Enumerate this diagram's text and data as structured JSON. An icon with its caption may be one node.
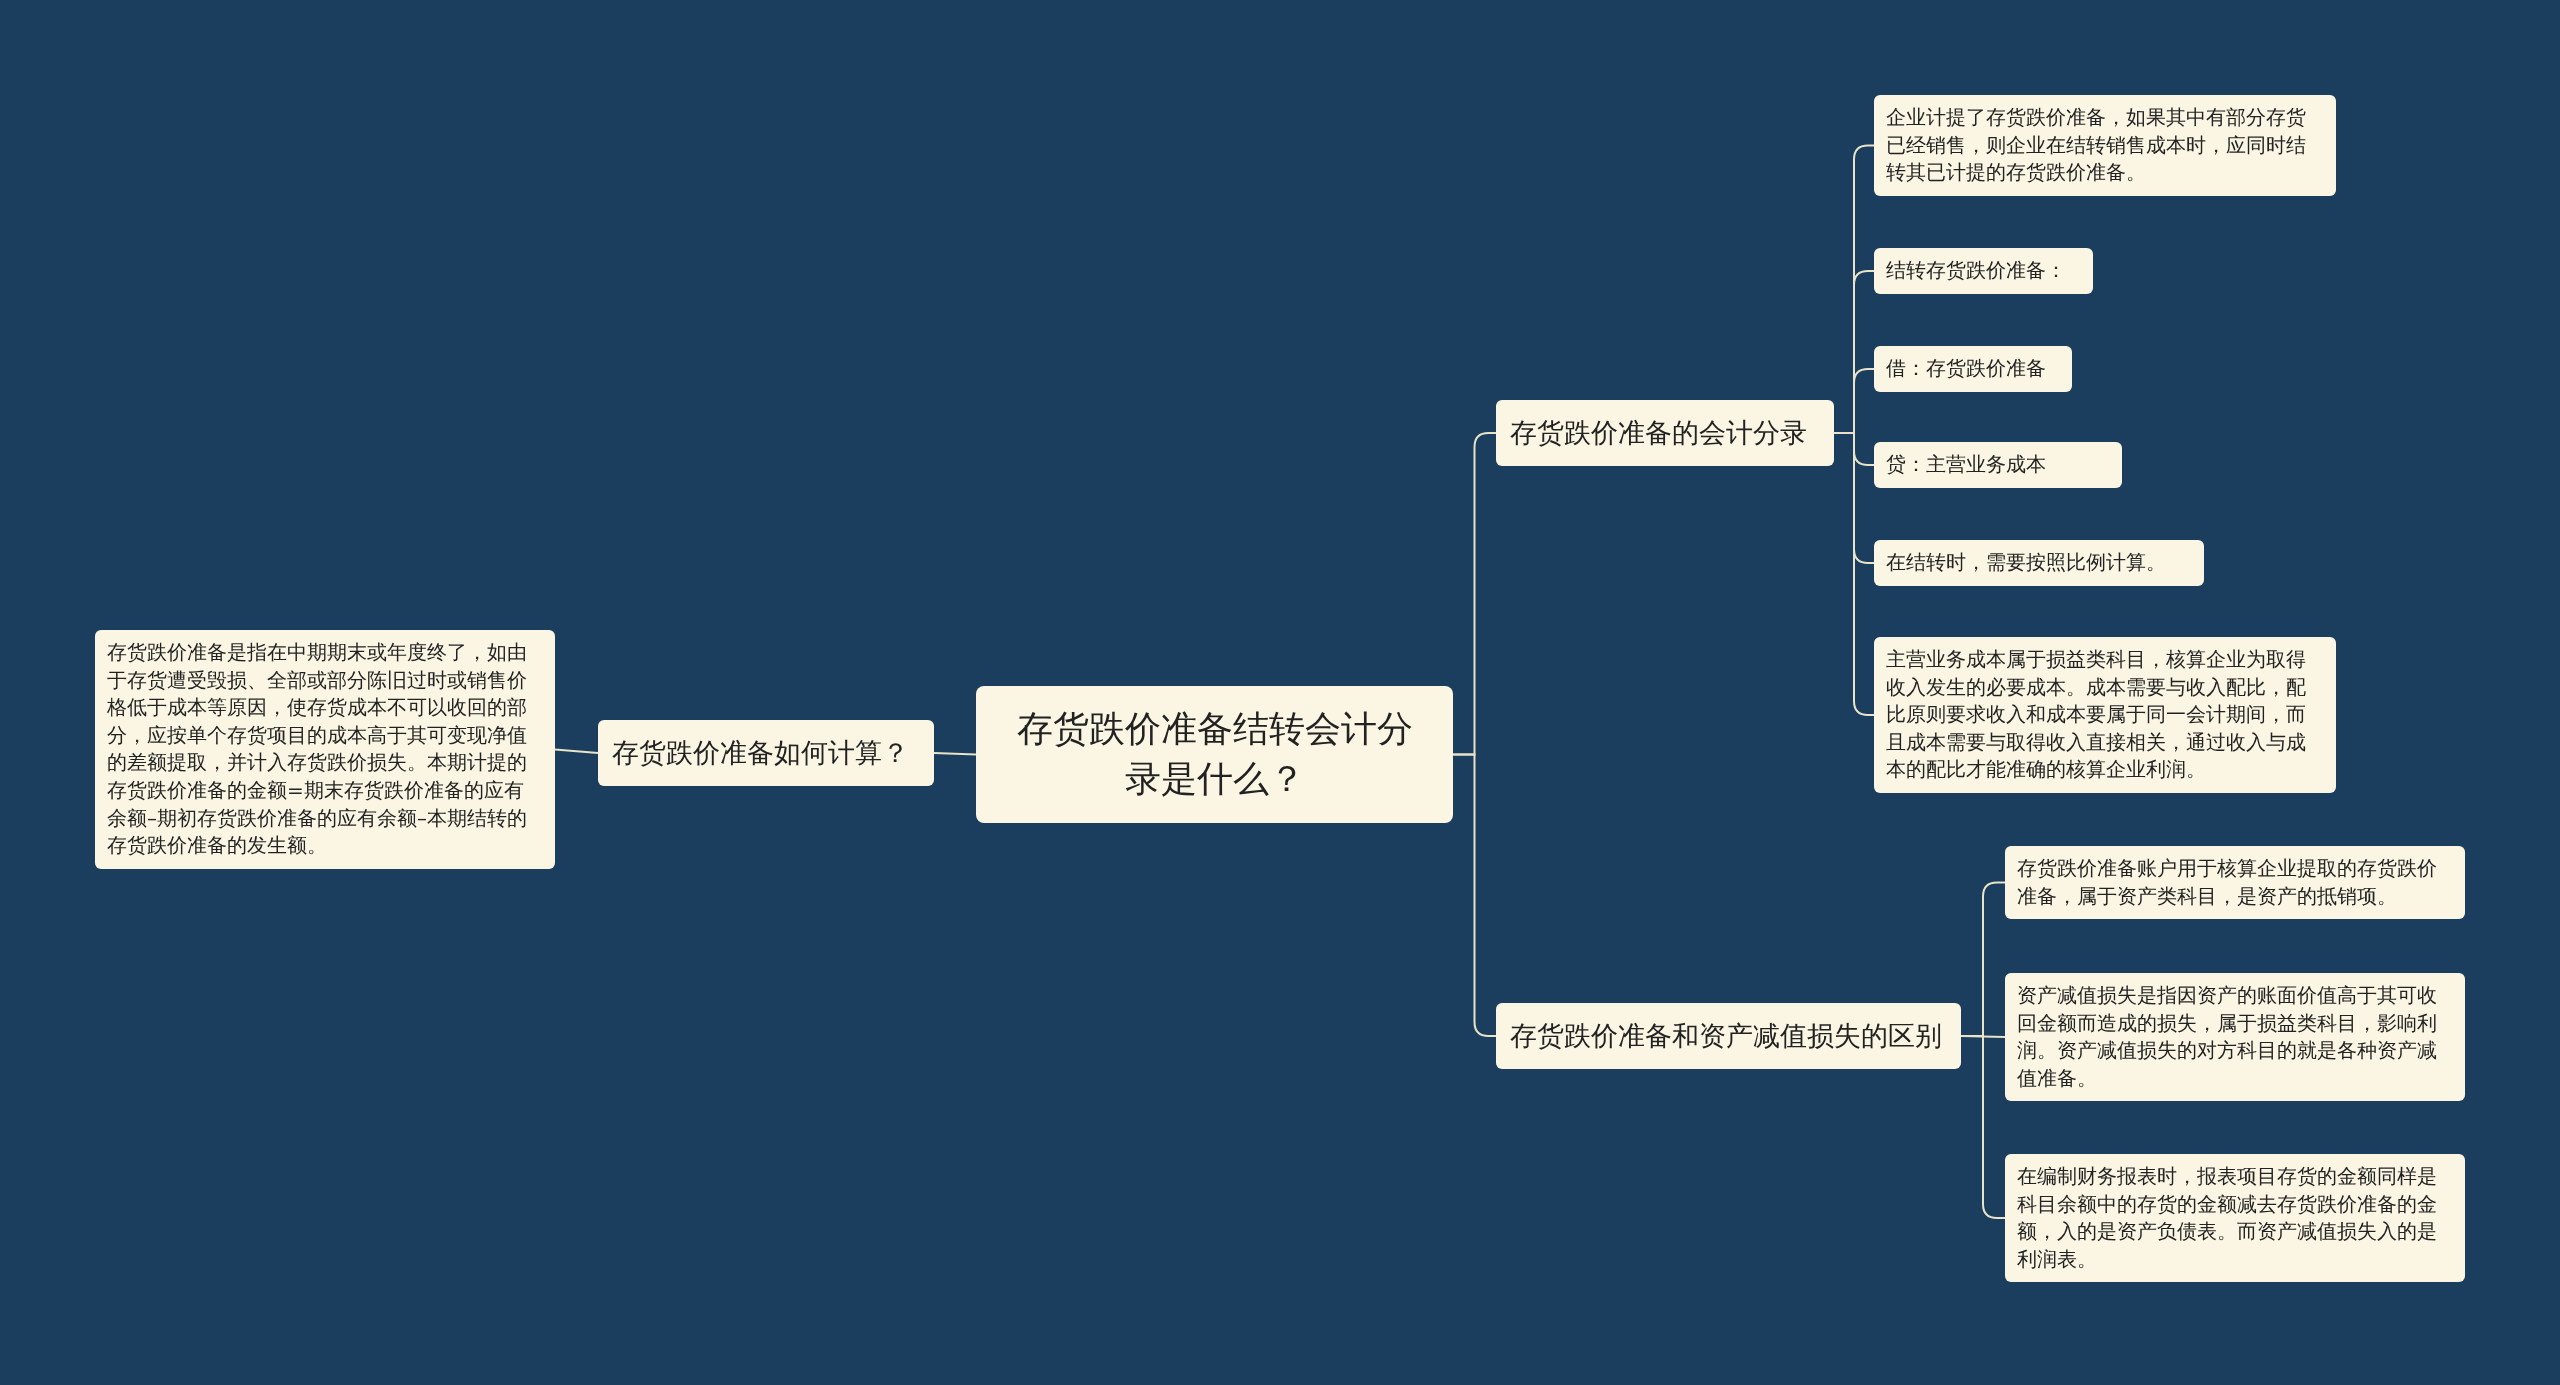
{
  "diagram": {
    "nodes": [
      {
        "text": [
          "存货跌价准备结转会计分录是什么？"
        ]
      },
      {
        "text": [
          "存货跌价准备如何计算？"
        ]
      },
      {
        "text": [
          "存货跌价准备是指在中期期末或年度终了，如由于存货遭受毁损、全部或部分陈旧过时或销售价格低于成本等原因，使存货成本不可以收回的部分，应按单个存货项目的成本高于其可变现净值的差额提取，并计入存货跌价损失。本期计提的存货跌价准备的金额=期末存货跌价准备的应有余额–期初存货跌价准备的应有余额–本期结转的存货跌价准备的发生额。"
        ]
      },
      {
        "text": [
          "存货跌价准备的会计分录"
        ]
      },
      {
        "text": [
          "企业计提了存货跌价准备，如果其中有部分存货已经销售，则企业在结转销售成本时，应同时结转其已计提的存货跌价准备。"
        ]
      },
      {
        "text": [
          "结转存货跌价准备："
        ]
      },
      {
        "text": [
          "借：存货跌价准备"
        ]
      },
      {
        "text": [
          "贷：主营业务成本"
        ]
      },
      {
        "text": [
          "在结转时，需要按照比例计算。"
        ]
      },
      {
        "text": [
          "主营业务成本属于损益类科目，核算企业为取得收入发生的必要成本。成本需要与收入配比，配比原则要求收入和成本要属于同一会计期间，而且成本需要与取得收入直接相关，通过收入与成本的配比才能准确的核算企业利润。"
        ]
      },
      {
        "text": [
          "存货跌价准备和资产减值损失的区别"
        ]
      },
      {
        "text": [
          "存货跌价准备账户用于核算企业提取的存货跌价准备，属于资产类科目，是资产的抵销项。"
        ]
      },
      {
        "text": [
          "资产减值损失是指因资产的账面价值高于其可收回金额而造成的损失，属于损益类科目，影响利润。资产减值损失的对方科目的就是各种资产减值准备。"
        ]
      },
      {
        "text": [
          "在编制财务报表时，报表项目存货的金额同样是科目余额中的存货的金额减去存货跌价准备的金额，入的是资产负债表。而资产减值损失入的是利润表。"
        ]
      }
    ],
    "edges": [
      {
        "from": 0,
        "to": 1,
        "arrow": "none"
      },
      {
        "from": 1,
        "to": 2,
        "arrow": "none"
      },
      {
        "from": 0,
        "to": 3,
        "arrow": "none"
      },
      {
        "from": 0,
        "to": 10,
        "arrow": "none"
      },
      {
        "from": 3,
        "to": 4,
        "arrow": "none"
      },
      {
        "from": 3,
        "to": 5,
        "arrow": "none"
      },
      {
        "from": 3,
        "to": 6,
        "arrow": "none"
      },
      {
        "from": 3,
        "to": 7,
        "arrow": "none"
      },
      {
        "from": 3,
        "to": 8,
        "arrow": "none"
      },
      {
        "from": 3,
        "to": 9,
        "arrow": "none"
      },
      {
        "from": 10,
        "to": 11,
        "arrow": "none"
      },
      {
        "from": 10,
        "to": 12,
        "arrow": "none"
      },
      {
        "from": 10,
        "to": 13,
        "arrow": "none"
      }
    ]
  }
}
